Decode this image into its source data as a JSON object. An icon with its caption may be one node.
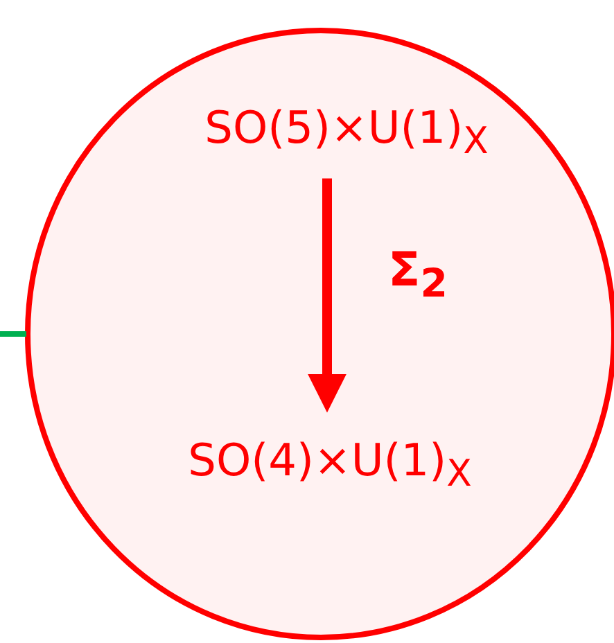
{
  "diagram": {
    "nodes": [
      {
        "text": [],
        "shape": "circle"
      },
      {
        "text": [
          "SO(5)×U(1)$_{X}$"
        ],
        "in": 0
      },
      {
        "text": [
          "SO(4)×U(1)$_{X}$"
        ],
        "in": 0
      }
    ],
    "edges": [
      {
        "from": null,
        "to": 0,
        "arrow": "none",
        "color": "#00b050"
      },
      {
        "from": 1,
        "to": 2,
        "arrow": "to",
        "label": "Σ$_{2}$",
        "color": "#ff0000"
      }
    ]
  }
}
